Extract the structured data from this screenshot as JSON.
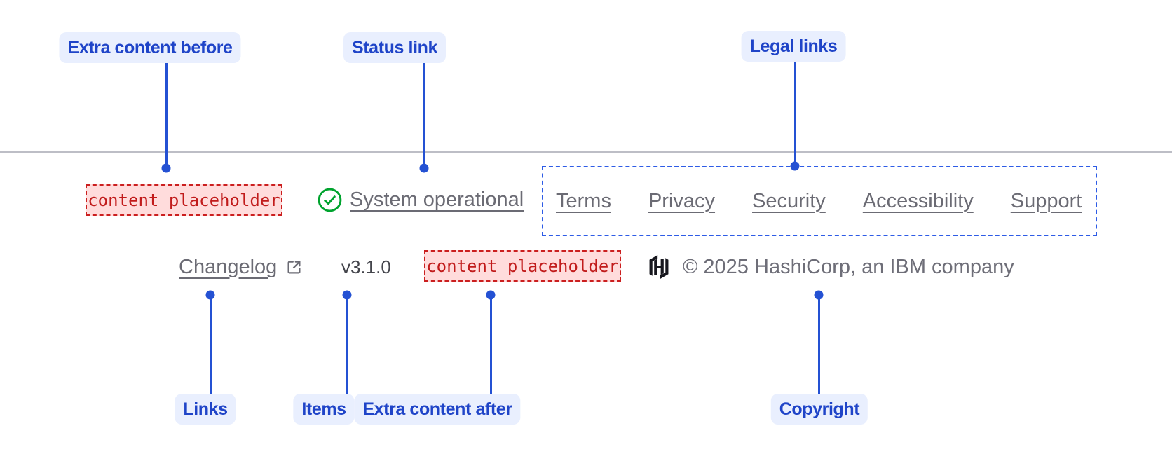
{
  "annotations": {
    "labels": {
      "extra_content_before": "Extra content before",
      "status_link": "Status link",
      "legal_links": "Legal links",
      "links": "Links",
      "items": "Items",
      "extra_content_after": "Extra content after",
      "copyright": "Copyright"
    },
    "accent_color": "#2451d3",
    "pill_bg_color": "#e9effe",
    "legal_region_border_color": "#2e5ce6"
  },
  "footer": {
    "placeholder_before": "content placeholder",
    "placeholder_after": "content placeholder",
    "placeholder_color": "#c11b1b",
    "status": {
      "label": "System operational",
      "icon": "check-circle",
      "icon_color": "#00a32e"
    },
    "legal_links": [
      "Terms",
      "Privacy",
      "Security",
      "Accessibility",
      "Support"
    ],
    "links": [
      {
        "label": "Changelog",
        "external": true
      }
    ],
    "version": "v3.1.0",
    "logo": "hashicorp-logo",
    "copyright": "© 2025 HashiCorp, an IBM company",
    "link_color": "#6b6b74"
  }
}
